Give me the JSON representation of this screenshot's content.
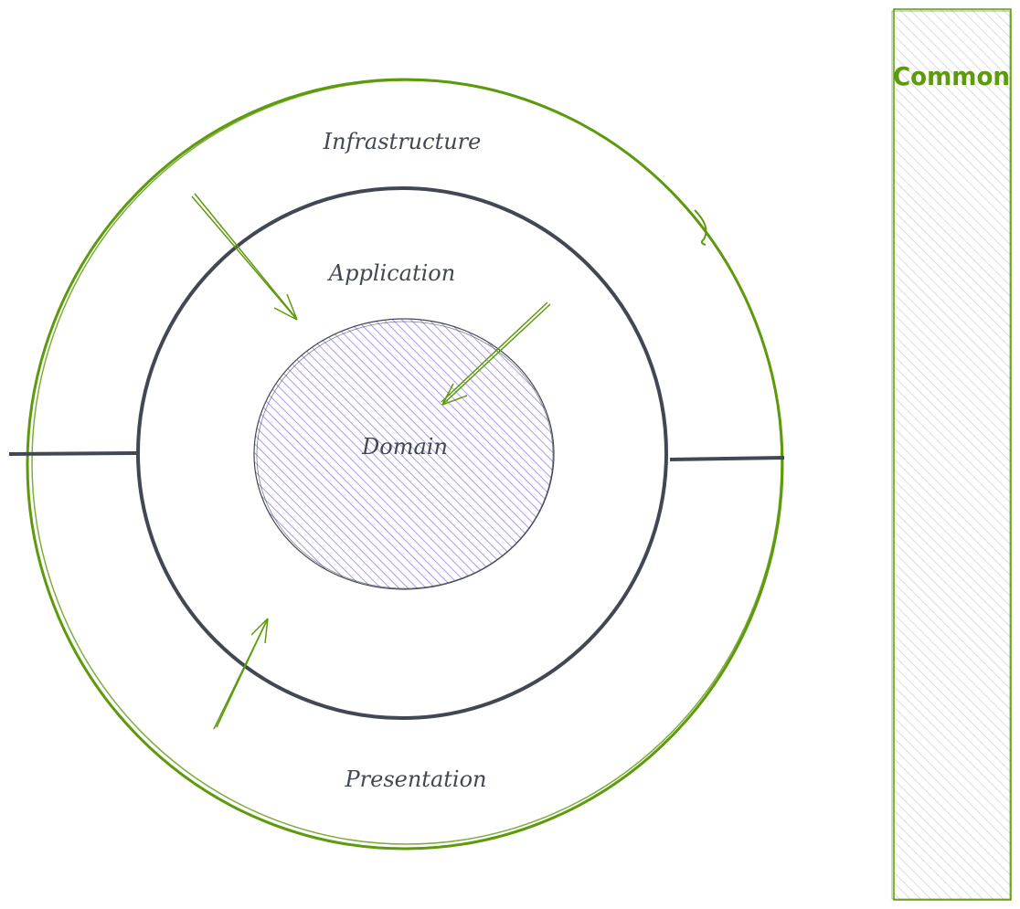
{
  "layers": {
    "infrastructure": "Infrastructure",
    "application": "Application",
    "domain": "Domain",
    "presentation": "Presentation",
    "common": "Common"
  },
  "colors": {
    "green": "#5d9a0c",
    "dark": "#424853",
    "domain_fill": "#a78bfa",
    "common_fill": "#d9dde1"
  }
}
